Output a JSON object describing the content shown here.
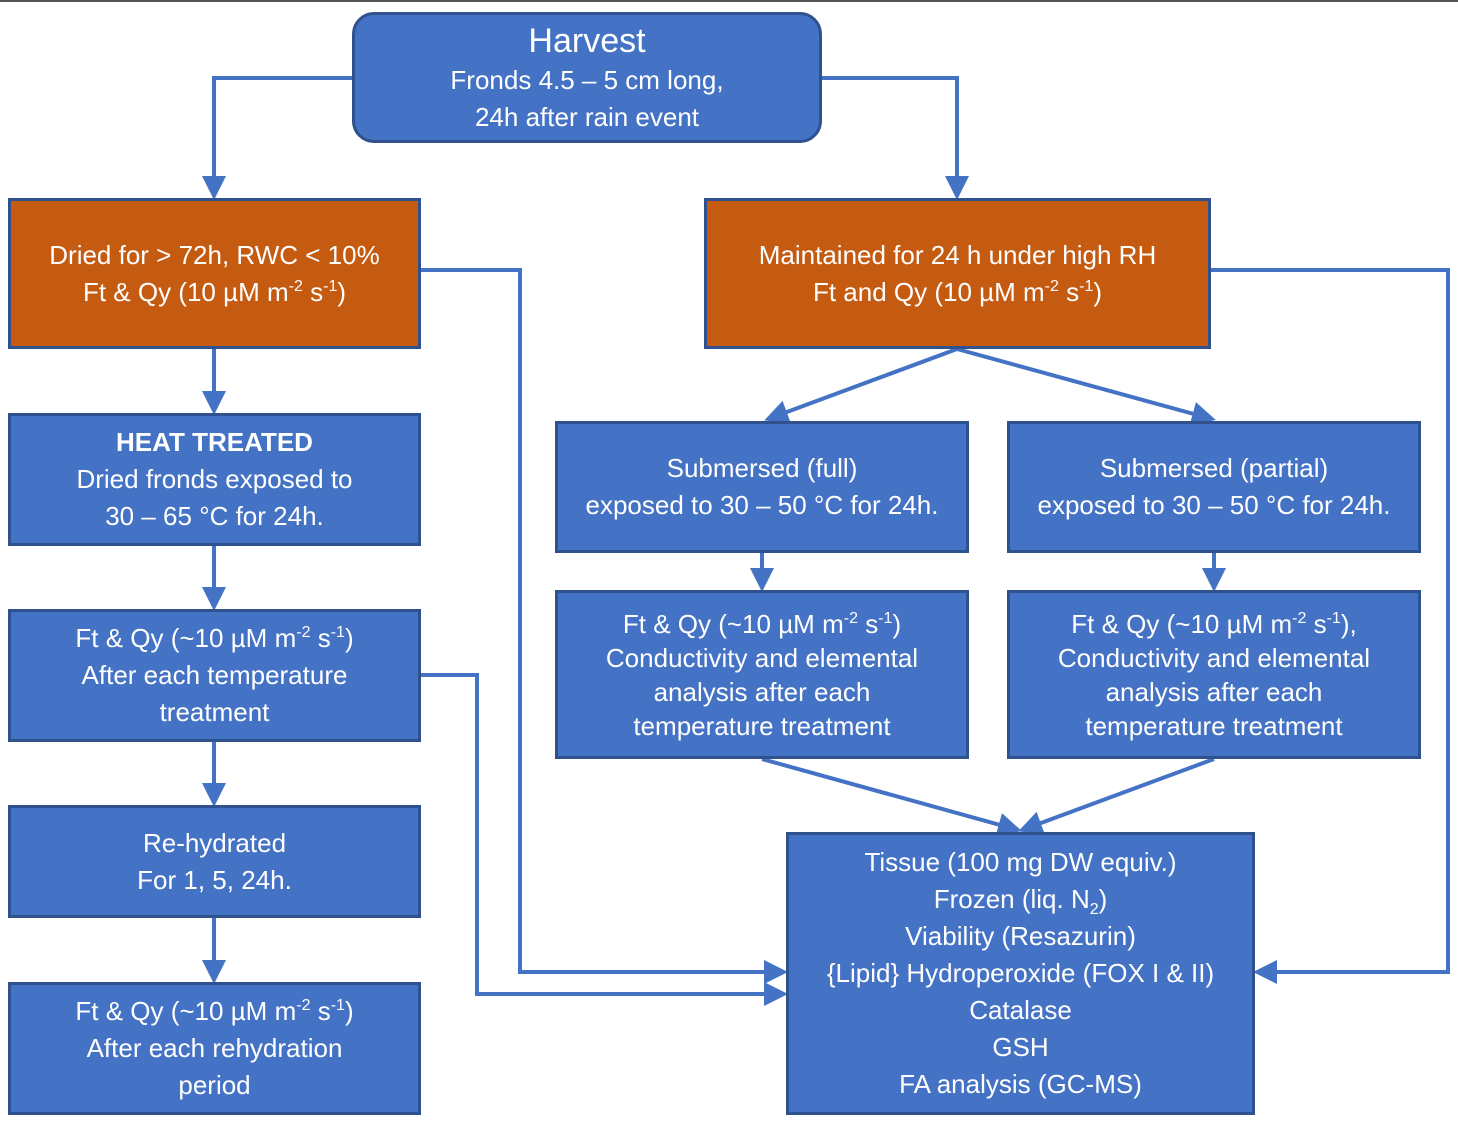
{
  "colors": {
    "blue": "#4472C4",
    "border": "#2F528F",
    "orange": "#C55A11",
    "arrow": "#4472C4"
  },
  "boxes": {
    "harvest": {
      "title": "Harvest",
      "lines": [
        [
          {
            "t": "Fronds 4.5 – 5 cm long,"
          }
        ],
        [
          {
            "t": "24h after rain event"
          }
        ]
      ]
    },
    "dried": {
      "lines": [
        [
          {
            "t": "Dried for > 72h, RWC < 10%"
          }
        ],
        [
          {
            "t": "Ft & Qy (10 µM m"
          },
          {
            "sup": "-2"
          },
          {
            "t": " s"
          },
          {
            "sup": "-1"
          },
          {
            "t": ")"
          }
        ]
      ]
    },
    "maintained": {
      "lines": [
        [
          {
            "t": "Maintained for 24 h under high RH"
          }
        ],
        [
          {
            "t": "Ft and Qy (10 µM m"
          },
          {
            "sup": "-2"
          },
          {
            "t": " s"
          },
          {
            "sup": "-1"
          },
          {
            "t": ")"
          }
        ]
      ]
    },
    "heat": {
      "title": "HEAT TREATED",
      "lines": [
        [
          {
            "t": "Dried  fronds exposed to"
          }
        ],
        [
          {
            "t": "30 – 65 °C for 24h."
          }
        ]
      ]
    },
    "ftqy_temp": {
      "lines": [
        [
          {
            "t": "Ft & Qy (~10 µM m"
          },
          {
            "sup": "-2"
          },
          {
            "t": " s"
          },
          {
            "sup": "-1"
          },
          {
            "t": ")"
          }
        ],
        [
          {
            "t": "After each temperature"
          }
        ],
        [
          {
            "t": "treatment"
          }
        ]
      ]
    },
    "rehydrated": {
      "lines": [
        [
          {
            "t": "Re-hydrated"
          }
        ],
        [
          {
            "t": "For 1, 5, 24h."
          }
        ]
      ]
    },
    "ftqy_rehyd": {
      "lines": [
        [
          {
            "t": "Ft & Qy (~10 µM m"
          },
          {
            "sup": "-2"
          },
          {
            "t": " s"
          },
          {
            "sup": "-1"
          },
          {
            "t": ")"
          }
        ],
        [
          {
            "t": "After each rehydration"
          }
        ],
        [
          {
            "t": "period"
          }
        ]
      ]
    },
    "sub_full": {
      "lines": [
        [
          {
            "t": "Submersed (full)"
          }
        ],
        [
          {
            "t": "exposed to 30 – 50 °C for 24h."
          }
        ]
      ]
    },
    "sub_partial": {
      "lines": [
        [
          {
            "t": "Submersed (partial)"
          }
        ],
        [
          {
            "t": "exposed to 30 – 50 °C for 24h."
          }
        ]
      ]
    },
    "ftqy_full": {
      "lines": [
        [
          {
            "t": "Ft & Qy (~10 µM m"
          },
          {
            "sup": "-2"
          },
          {
            "t": " s"
          },
          {
            "sup": "-1"
          },
          {
            "t": ")"
          }
        ],
        [
          {
            "t": "Conductivity and elemental"
          }
        ],
        [
          {
            "t": "analysis after each"
          }
        ],
        [
          {
            "t": "temperature treatment"
          }
        ]
      ]
    },
    "ftqy_partial": {
      "lines": [
        [
          {
            "t": "Ft & Qy (~10 µM m"
          },
          {
            "sup": "-2"
          },
          {
            "t": " s"
          },
          {
            "sup": "-1"
          },
          {
            "t": "),"
          }
        ],
        [
          {
            "t": "Conductivity and elemental"
          }
        ],
        [
          {
            "t": "analysis after each"
          }
        ],
        [
          {
            "t": "temperature treatment"
          }
        ]
      ]
    },
    "tissue": {
      "lines": [
        [
          {
            "t": "Tissue (100 mg  DW equiv.)"
          }
        ],
        [
          {
            "t": "Frozen (liq. N"
          },
          {
            "sub": "2"
          },
          {
            "t": ")"
          }
        ],
        [
          {
            "t": "Viability (Resazurin)"
          }
        ],
        [
          {
            "t": "{Lipid} Hydroperoxide  (FOX I & II)"
          }
        ],
        [
          {
            "t": "Catalase"
          }
        ],
        [
          {
            "t": "GSH"
          }
        ],
        [
          {
            "t": "FA analysis (GC-MS)"
          }
        ]
      ]
    }
  }
}
